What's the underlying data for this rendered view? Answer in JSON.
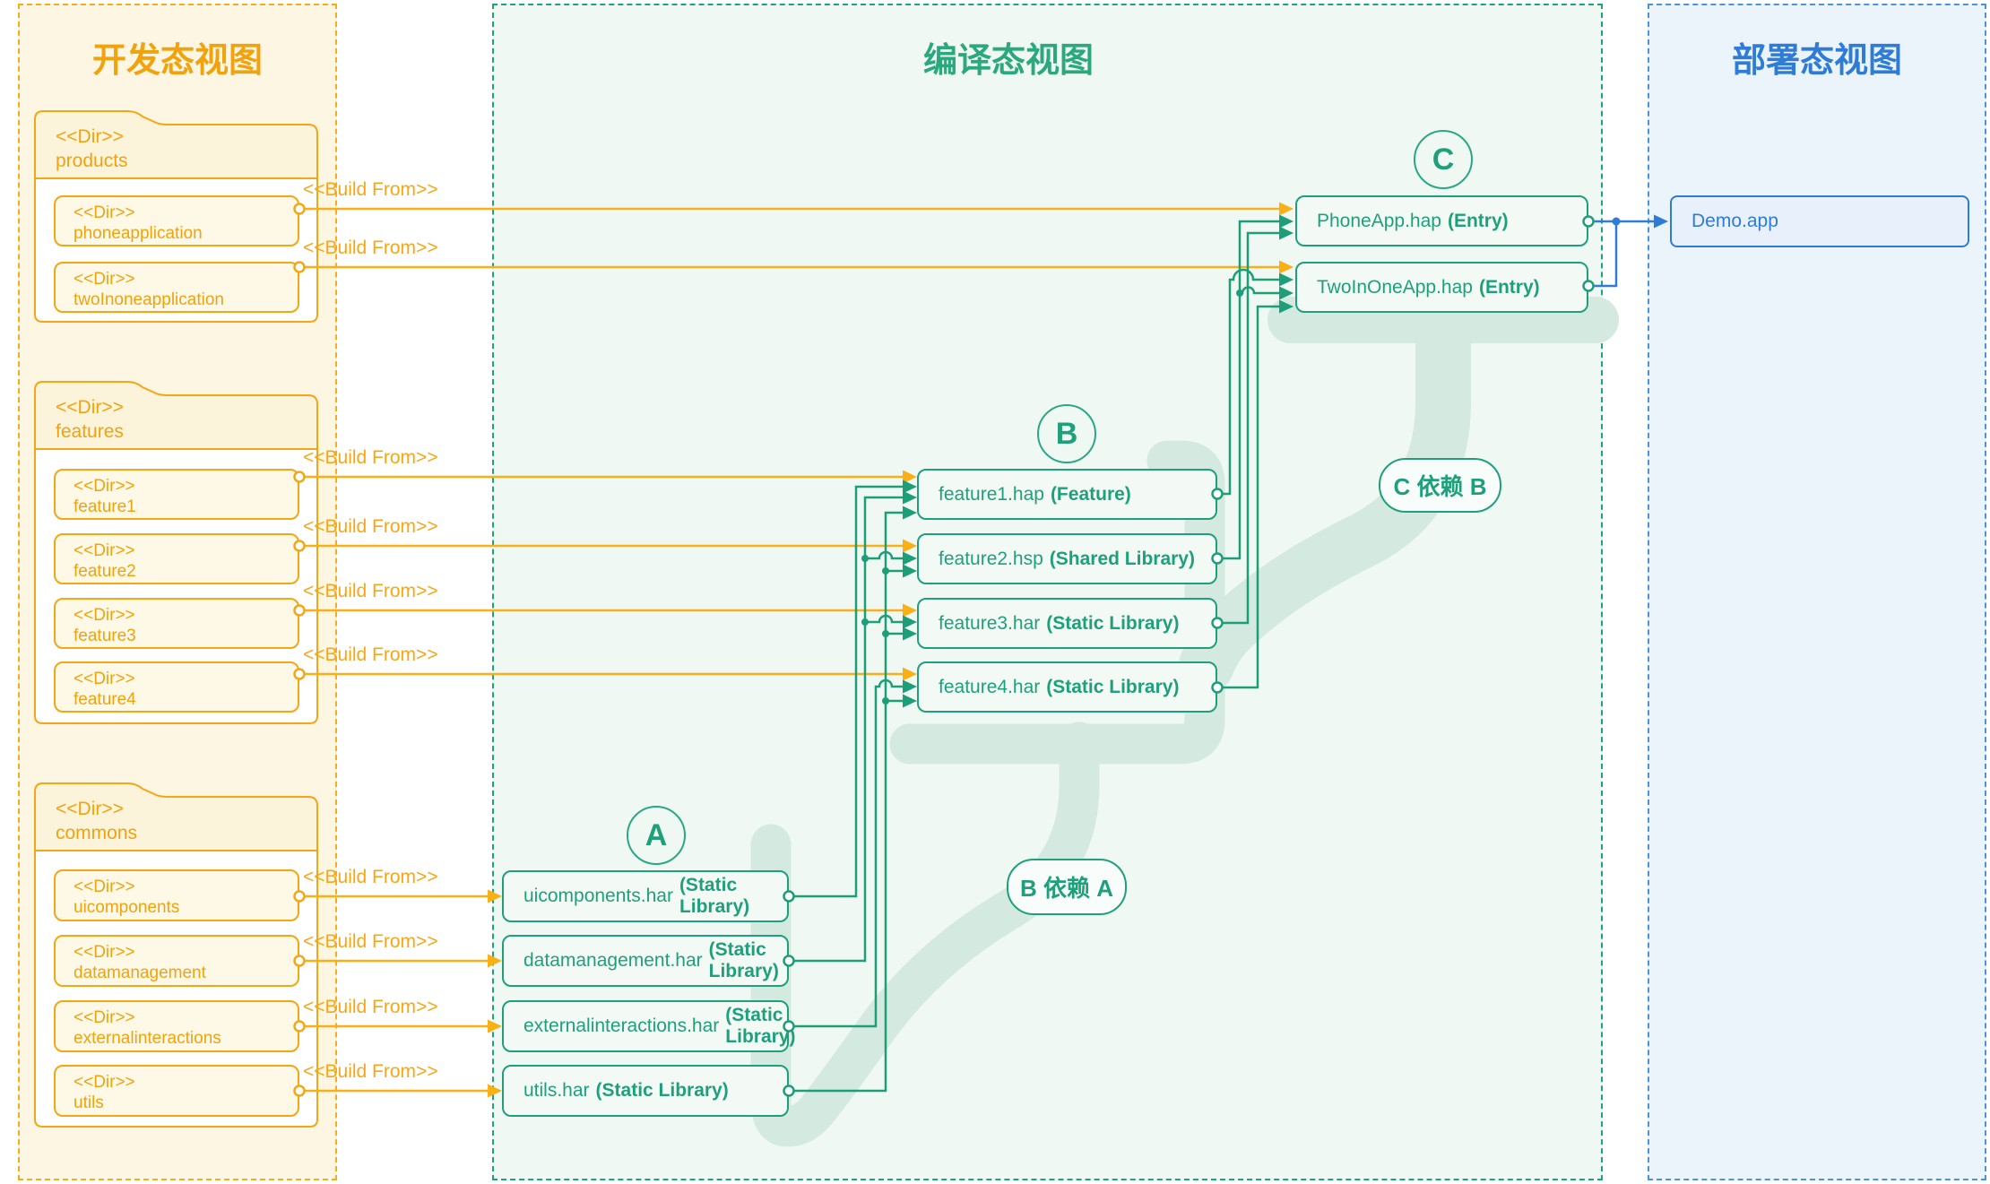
{
  "panels": {
    "dev": {
      "title": "开发态视图",
      "groups": [
        {
          "stereotype": "<<Dir>>",
          "name": "products",
          "children": [
            {
              "stereotype": "<<Dir>>",
              "name": "phoneapplication"
            },
            {
              "stereotype": "<<Dir>>",
              "name": "twoInoneapplication"
            }
          ]
        },
        {
          "stereotype": "<<Dir>>",
          "name": "features",
          "children": [
            {
              "stereotype": "<<Dir>>",
              "name": "feature1"
            },
            {
              "stereotype": "<<Dir>>",
              "name": "feature2"
            },
            {
              "stereotype": "<<Dir>>",
              "name": "feature3"
            },
            {
              "stereotype": "<<Dir>>",
              "name": "feature4"
            }
          ]
        },
        {
          "stereotype": "<<Dir>>",
          "name": "commons",
          "children": [
            {
              "stereotype": "<<Dir>>",
              "name": "uicomponents"
            },
            {
              "stereotype": "<<Dir>>",
              "name": "datamanagement"
            },
            {
              "stereotype": "<<Dir>>",
              "name": "externalinteractions"
            },
            {
              "stereotype": "<<Dir>>",
              "name": "utils"
            }
          ]
        }
      ]
    },
    "build": {
      "title": "编译态视图",
      "badges": {
        "a": "A",
        "b": "B",
        "c": "C"
      },
      "deps": {
        "c_on_b": "C 依赖 B",
        "b_on_a": "B 依赖 A"
      },
      "c_items": [
        {
          "name": "PhoneApp.hap",
          "type": "(Entry)"
        },
        {
          "name": "TwoInOneApp.hap",
          "type": "(Entry)"
        }
      ],
      "b_items": [
        {
          "name": "feature1.hap",
          "type": "(Feature)"
        },
        {
          "name": "feature2.hsp",
          "type": "(Shared Library)"
        },
        {
          "name": "feature3.har",
          "type": "(Static Library)"
        },
        {
          "name": "feature4.har",
          "type": "(Static Library)"
        }
      ],
      "a_items": [
        {
          "name": "uicomponents.har",
          "type": "(Static Library)"
        },
        {
          "name": "datamanagement.har",
          "type": "(Static Library)"
        },
        {
          "name": "externalinteractions.har",
          "type": "(Static Library)"
        },
        {
          "name": "utils.har",
          "type": "(Static Library)"
        }
      ]
    },
    "deploy": {
      "title": "部署态视图",
      "items": [
        {
          "name": "Demo.app"
        }
      ]
    }
  },
  "labels": {
    "build_from": "<<Build From>>"
  },
  "colors": {
    "orange": "#f2a714",
    "orange_line": "#f9b017",
    "teal": "#1fa07a",
    "teal_dash": "#1ca47b",
    "blue": "#2e7cd5",
    "blue_dash": "#4b94d8",
    "pipe": "#d4eae1",
    "dev_bg": "#fcf6e3",
    "build_bg": "#f0f8f3",
    "deploy_bg": "#ebf4fb"
  }
}
